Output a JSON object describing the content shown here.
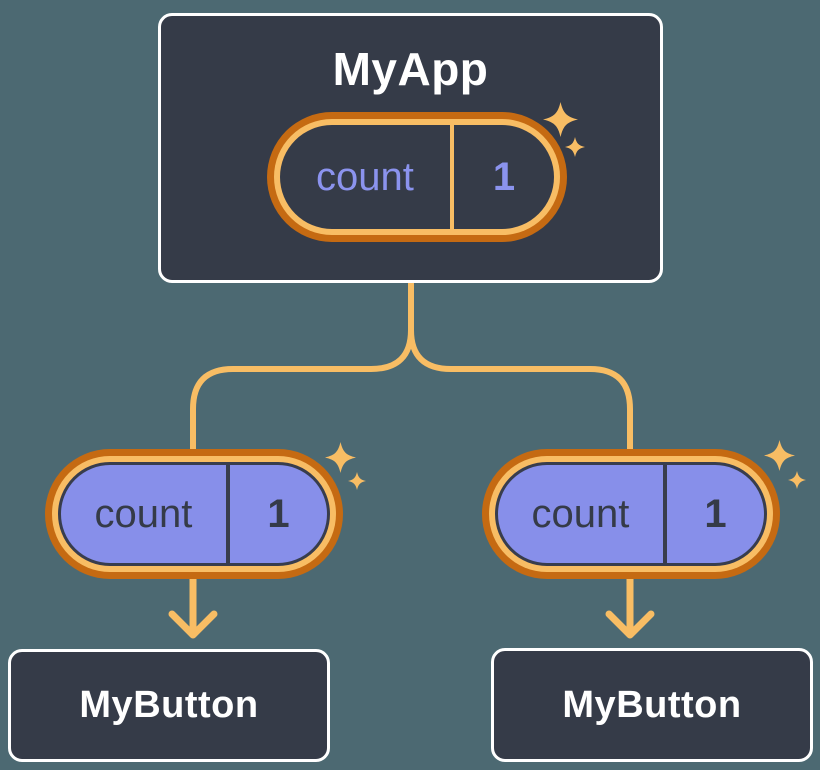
{
  "diagram": {
    "type": "component-tree",
    "colors": {
      "background": "#4C6972",
      "node_fill": "#353B48",
      "node_border": "#FFFFFF",
      "node_title_text": "#FFFFFF",
      "pill_ring_outer": "#C56A12",
      "pill_ring_inner": "#F8BD64",
      "connector_line": "#F8BD64",
      "sparkle": "#F8BD64",
      "prop_pill_fill": "#878FEA",
      "state_pill_text": "#8B93EE",
      "prop_pill_text": "#353B48"
    },
    "root": {
      "title": "MyApp",
      "state_pill": {
        "name": "count",
        "value": "1"
      }
    },
    "children": [
      {
        "title": "MyButton",
        "prop_pill": {
          "name": "count",
          "value": "1"
        }
      },
      {
        "title": "MyButton",
        "prop_pill": {
          "name": "count",
          "value": "1"
        }
      }
    ]
  }
}
